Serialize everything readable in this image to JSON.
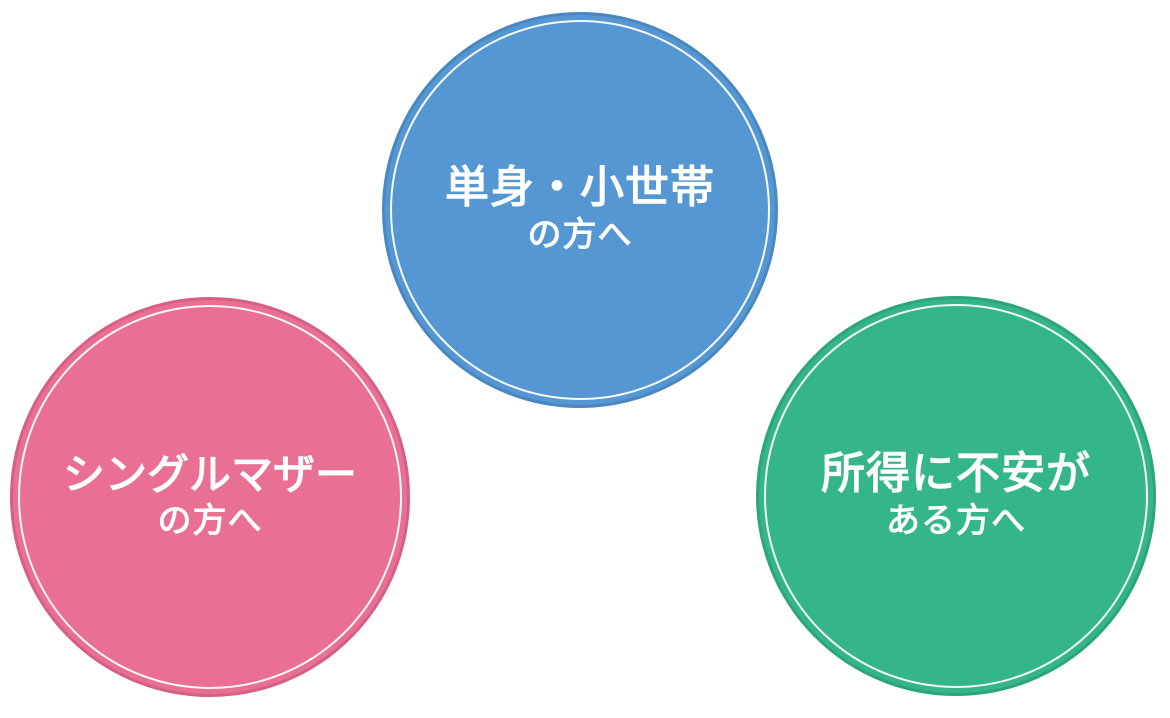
{
  "circles": {
    "single": {
      "line1": "単身・小世帯",
      "line2": "の方へ",
      "color": "#5497d3"
    },
    "mother": {
      "line1": "シングルマザー",
      "line2": "の方へ",
      "color": "#e97093"
    },
    "income": {
      "line1": "所得に不安が",
      "line2": "ある方へ",
      "color": "#34b689"
    }
  }
}
